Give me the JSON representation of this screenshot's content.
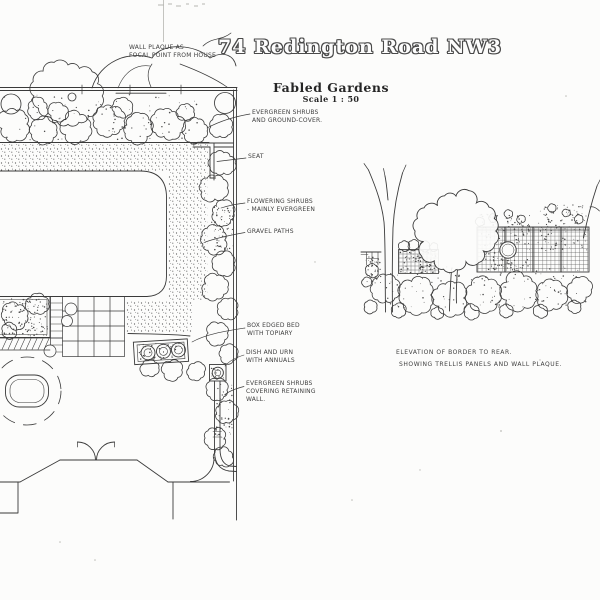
{
  "header": {
    "address": "74 Redington Road NW3",
    "project": "Fabled Gardens",
    "scale": "Scale 1 : 50"
  },
  "plan_annotations": {
    "wall_plaque": "WALL PLAQUE AS\nFOCAL POINT FROM HOUSE",
    "evergreen_shrubs": "EVERGREEN SHRUBS\nAND GROUND-COVER.",
    "seat": "SEAT",
    "flowering_shrubs": "FLOWERING SHRUBS\n- MAINLY EVERGREEN",
    "gravel_paths": "GRAVEL PATHS",
    "box_bed": "BOX EDGED BED\nWITH TOPIARY",
    "dish_urn": "DISH AND URN\nWITH ANNUALS",
    "retaining_wall": "EVERGREEN SHRUBS\nCOVERING RETAINING\nWALL."
  },
  "elevation_captions": {
    "line1": "ELEVATION OF BORDER TO REAR.",
    "line2": "SHOWING TRELLIS PANELS AND WALL PLAQUE."
  },
  "colors": {
    "ink": "#3a3a3a",
    "paper": "#fcfcfb"
  }
}
